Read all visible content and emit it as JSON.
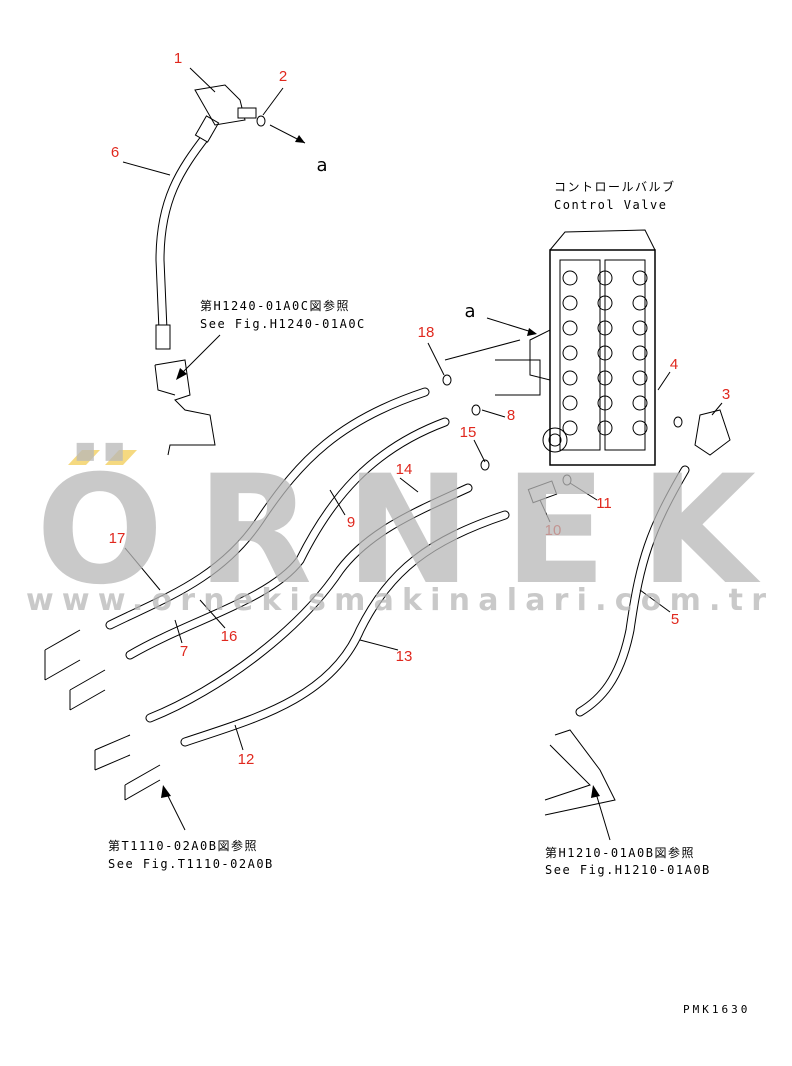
{
  "callouts": {
    "p1": "1",
    "p2": "2",
    "p3": "3",
    "p4": "4",
    "p5": "5",
    "p6": "6",
    "p7": "7",
    "p8": "8",
    "p9": "9",
    "p10": "10",
    "p11": "11",
    "p12": "12",
    "p13": "13",
    "p14": "14",
    "p15": "15",
    "p16": "16",
    "p17": "17",
    "p18": "18",
    "a1": "a",
    "a2": "a"
  },
  "control_valve": {
    "jp": "コントロールバルブ",
    "en": "Control Valve"
  },
  "refs": {
    "top_jp": "第H1240-01A0C図参照",
    "top_en": "See Fig.H1240-01A0C",
    "bottom_left_jp": "第T1110-02A0B図参照",
    "bottom_left_en": "See Fig.T1110-02A0B",
    "bottom_right_jp": "第H1210-01A0B図参照",
    "bottom_right_en": "See Fig.H1210-01A0B"
  },
  "drawing_code": "PMK1630",
  "watermark": {
    "brand": "ÖRNEK",
    "url": "www.ornekismakinalari.com.tr",
    "accent": "#f2d060",
    "grey": "#b8b8b8"
  },
  "colors": {
    "callout": "#e0281e",
    "line": "#000000"
  }
}
